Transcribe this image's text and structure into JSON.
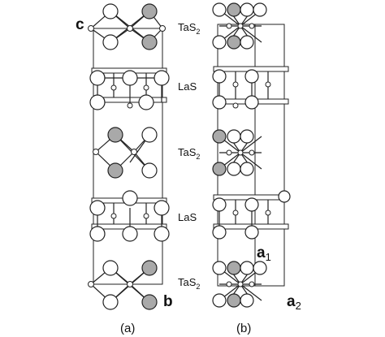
{
  "labels": {
    "c_axis": "c",
    "b_axis": "b",
    "a1_axis": "a",
    "a1_sub": "1",
    "a2_axis": "a",
    "a2_sub": "2",
    "panel_a": "(a)",
    "panel_b": "(b)"
  },
  "layers": [
    {
      "name": "TaS",
      "sub": "2"
    },
    {
      "name": "LaS",
      "sub": ""
    },
    {
      "name": "TaS",
      "sub": "2"
    },
    {
      "name": "LaS",
      "sub": ""
    },
    {
      "name": "TaS",
      "sub": "2"
    }
  ],
  "colors": {
    "atom_outline": "#222222",
    "atom_white": "#ffffff",
    "atom_grey": "#a9a9a9"
  }
}
